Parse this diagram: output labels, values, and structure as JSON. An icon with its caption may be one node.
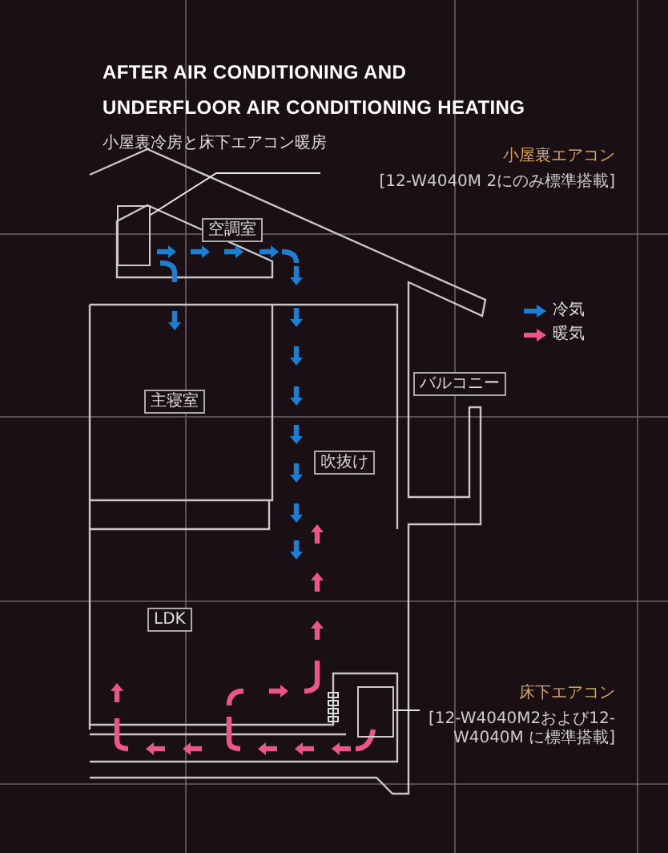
{
  "diagram": {
    "title": "AFTER AIR CONDITIONING AND UNDERFLOOR AIR CONDITIONING HEATING",
    "nodes": [
      {
        "text": [
          "小屋裏エアコン",
          "[12-W4040M 2にのみ標準搭載]"
        ]
      },
      {
        "text": [],
        "shape": "box"
      },
      {
        "text": [
          "床下エアコン",
          "[12-W4040M2および12-W4040M に標準搭載]"
        ]
      },
      {
        "text": [],
        "shape": "box"
      },
      {
        "text": [
          "空調室"
        ]
      },
      {
        "text": [
          "主寝室"
        ]
      },
      {
        "text": [
          "吹抜け"
        ]
      },
      {
        "text": [
          "バルコニー"
        ]
      },
      {
        "text": [
          "LDK"
        ]
      }
    ],
    "edges": [
      {
        "from": 0,
        "to": 1,
        "arrow": "none"
      },
      {
        "from": 2,
        "to": 3,
        "arrow": "none"
      }
    ],
    "labels": [
      "小屋裏冷房と床下エアコン暖房"
    ],
    "legend": [
      {
        "text": "冷気",
        "color": "#1e7fd0"
      },
      {
        "text": "暖気",
        "color": "#e8578a"
      }
    ]
  }
}
